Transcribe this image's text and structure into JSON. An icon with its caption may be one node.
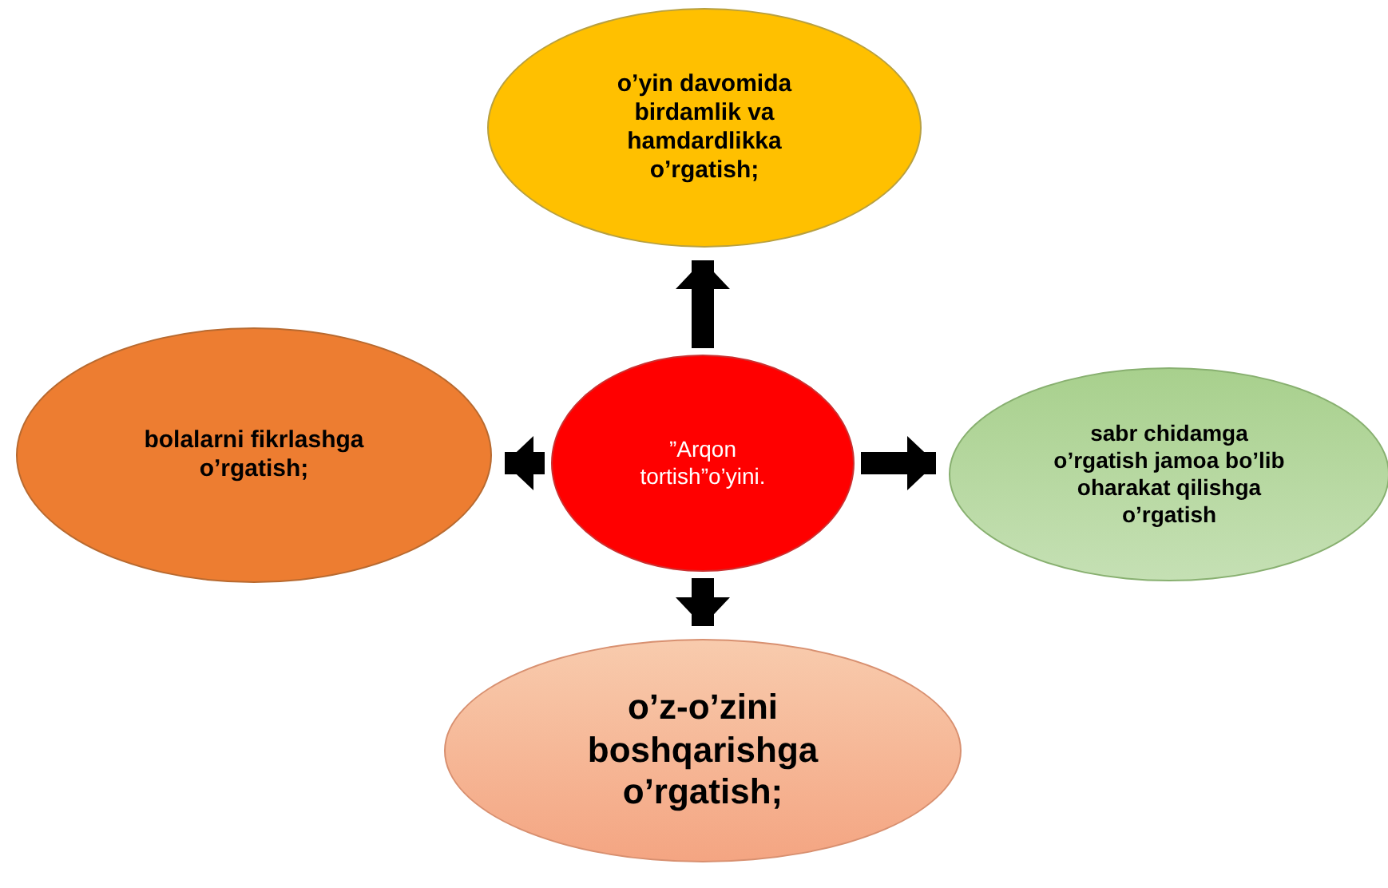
{
  "diagram": {
    "nodes": [
      {
        "text": [
          "o’yin davomida birdamlik va hamdardlikka o’rgatish;"
        ]
      },
      {
        "text": [
          "bolalarni fikrlashga o’rgatish;"
        ]
      },
      {
        "text": [
          "”Arqon tortish”o’yini."
        ]
      },
      {
        "text": [
          "sabr chidamga o’rgatish jamoa bo’lib oharakat qilishga o’rgatish"
        ]
      },
      {
        "text": [
          "o’z-o’zini boshqarishga o’rgatish;"
        ]
      }
    ],
    "edges": [
      {
        "from": 2,
        "to": 0,
        "arrow": "to"
      },
      {
        "from": 2,
        "to": 1,
        "arrow": "to"
      },
      {
        "from": 2,
        "to": 3,
        "arrow": "to"
      },
      {
        "from": 2,
        "to": 4,
        "arrow": "to"
      }
    ]
  }
}
